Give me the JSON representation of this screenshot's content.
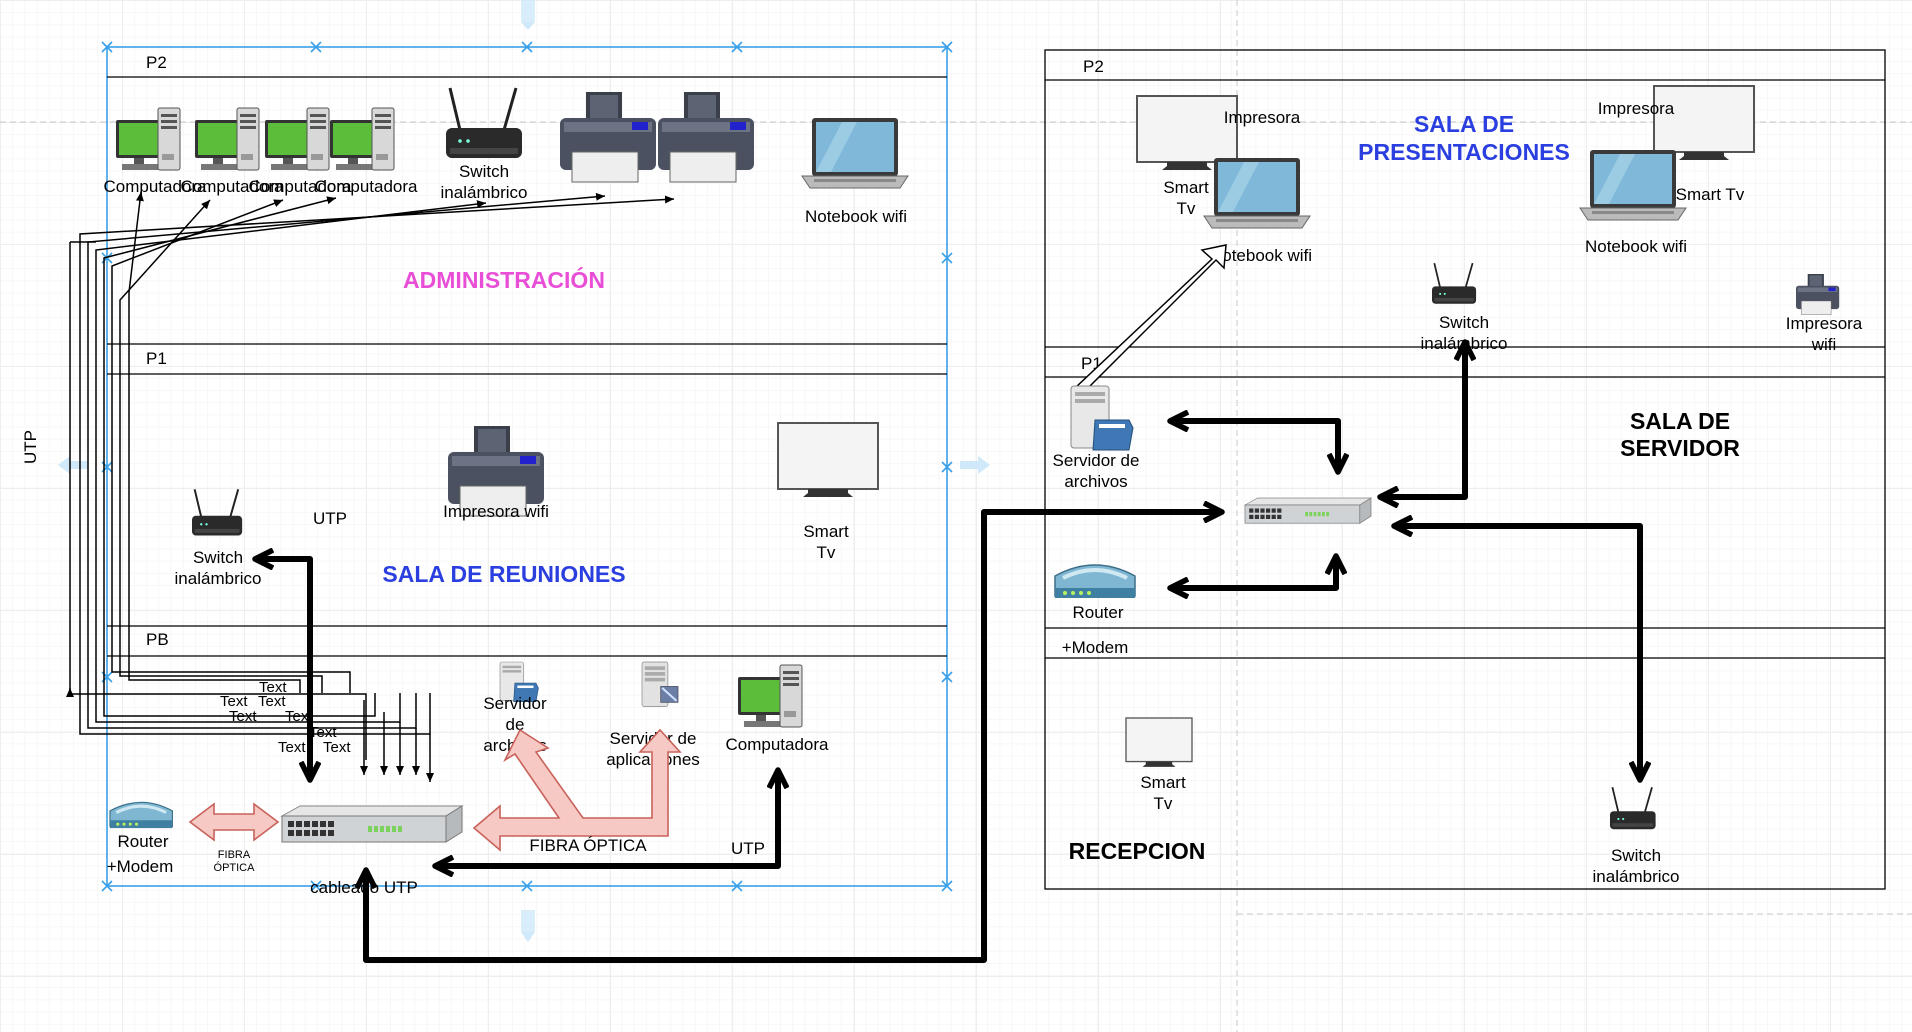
{
  "left_building": {
    "floors": {
      "p2": "P2",
      "p1": "P1",
      "pb": "PB"
    },
    "areas": {
      "administracion": "ADMINISTRACIÓN",
      "sala_reuniones": "SALA DE REUNIONES"
    },
    "p2": {
      "computers": [
        "Computadora",
        "Computadora",
        "Computadora",
        "Computadora"
      ],
      "switch_line1": "Switch",
      "switch_line2": "inalámbrico",
      "notebook": "Notebook wifi"
    },
    "p1": {
      "printer": "Impresora wifi",
      "tv_line1": "Smart",
      "tv_line2": "Tv",
      "switch_line1": "Switch",
      "switch_line2": "inalámbrico",
      "utp": "UTP"
    },
    "pb": {
      "router": "Router",
      "modem": "+Modem",
      "fibra_line1": "FIBRA",
      "fibra_line2": "ÓPTICA",
      "file_server": [
        "Servidor",
        "de",
        "archivos"
      ],
      "app_server_line1": "Servidor de",
      "app_server_line2": "aplicaciones",
      "computer": "Computadora",
      "fibra_optica": "FIBRA ÓPTICA",
      "utp": "UTP",
      "cableado": "cableado UTP",
      "text_labels": [
        "Text",
        "Text",
        "Text",
        "Text",
        "Text",
        "Text",
        "Text",
        "Text"
      ]
    }
  },
  "right_building": {
    "floors": {
      "p2": "P2",
      "p1": "P1"
    },
    "areas": {
      "presentaciones_line1": "SALA DE",
      "presentaciones_line2": "PRESENTACIONES",
      "servidor_line1": "SALA DE",
      "servidor_line2": "SERVIDOR",
      "recepcion": "RECEPCION"
    },
    "p2": {
      "printer_a": "Impresora",
      "printer_b": "Impresora",
      "tv_a_line1": "Smart",
      "tv_a_line2": "Tv",
      "tv_b": "Smart Tv",
      "notebook_a": "Notebook wifi",
      "notebook_b": "Notebook wifi",
      "switch_line1": "Switch",
      "switch_line2": "inalámbrico",
      "wifi_printer_line1": "Impresora",
      "wifi_printer_line2": "wifi"
    },
    "p1": {
      "file_server_line1": "Servidor de",
      "file_server_line2": "archivos",
      "router": "Router",
      "modem": "+Modem"
    },
    "recepcion": {
      "tv_line1": "Smart",
      "tv_line2": "Tv",
      "switch_line1": "Switch",
      "switch_line2": "inalámbrico"
    }
  },
  "side_label": "UTP",
  "colors": {
    "administracion": "#e84fd6",
    "sala_blue": "#2b3fe0",
    "selection": "#38a0e8",
    "fiber_fill": "#f7c9c5",
    "fiber_stroke": "#c8625b",
    "monitor_green": "#5cbd3a"
  }
}
